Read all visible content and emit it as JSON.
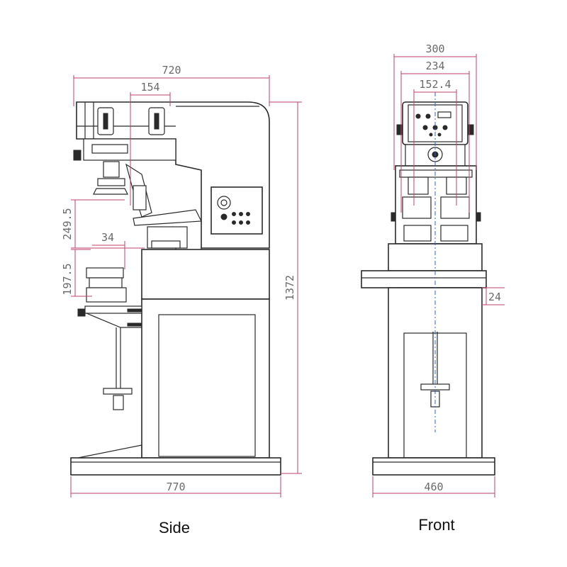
{
  "dimensions": {
    "side_top_width": "720",
    "side_head_offset": "154",
    "side_height_upper": "249.5",
    "side_depth_small": "34",
    "side_height_lower": "197.5",
    "side_total_height": "1372",
    "side_base_width": "770",
    "front_top_width": "300",
    "front_mid_width": "234",
    "front_inner_width": "152.4",
    "front_table_offset": "24",
    "front_base_width": "460"
  },
  "captions": {
    "side": "Side",
    "front": "Front"
  },
  "colors": {
    "line": "#2a2a2a",
    "dimension": "#c0406a",
    "dimension_text": "#6a6a6a",
    "centerline": "#3060d0"
  }
}
